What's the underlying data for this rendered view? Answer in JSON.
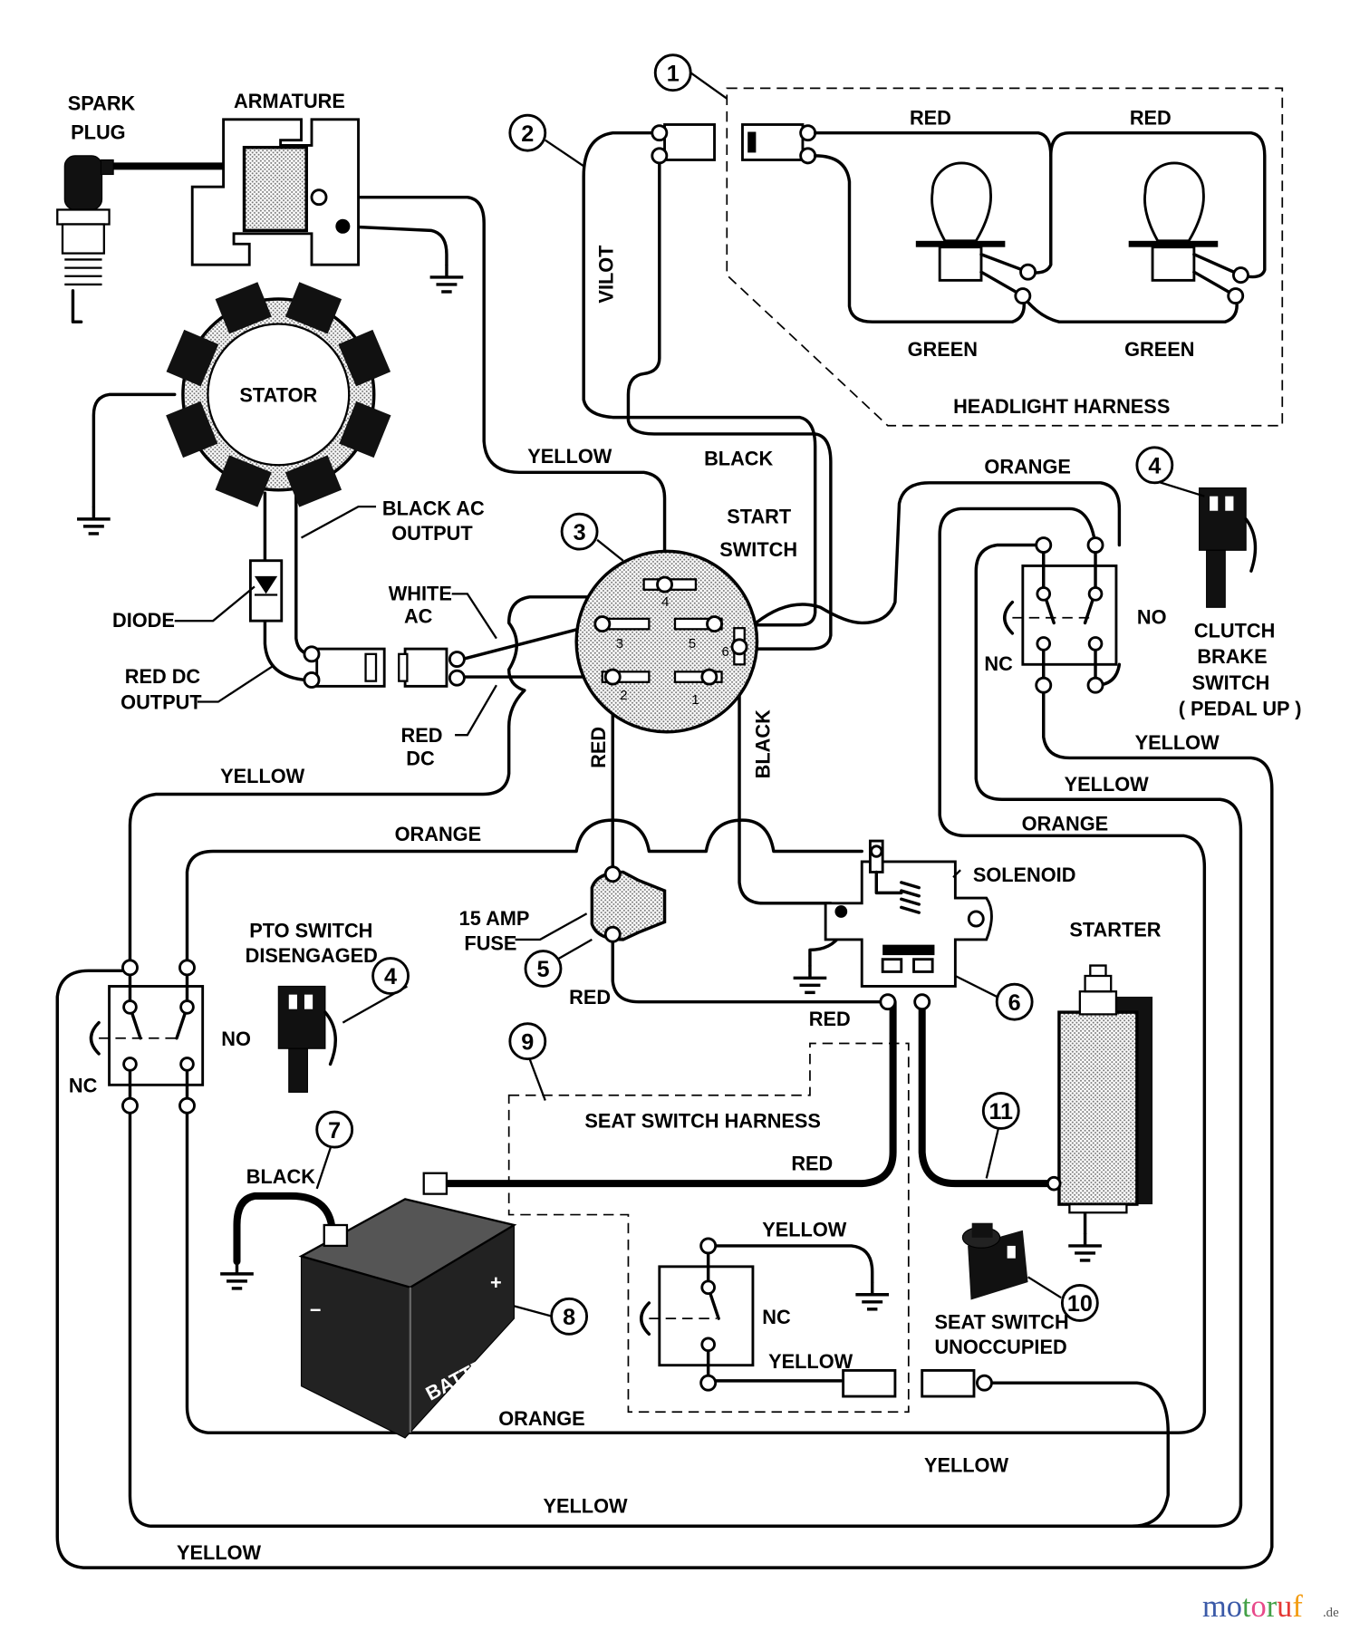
{
  "components": {
    "spark_plug": [
      "SPARK",
      "PLUG"
    ],
    "armature": "ARMATURE",
    "stator": "STATOR",
    "black_ac_output": [
      "BLACK AC",
      "OUTPUT"
    ],
    "diode": "DIODE",
    "red_dc_output": [
      "RED DC",
      "OUTPUT"
    ],
    "white_ac": [
      "WHITE",
      "AC"
    ],
    "red_dc": [
      "RED",
      "DC"
    ],
    "start_switch": [
      "START",
      "SWITCH"
    ],
    "headlight_harness": "HEADLIGHT HARNESS",
    "clutch_brake_switch": [
      "CLUTCH",
      "BRAKE",
      "SWITCH",
      "( PEDAL UP )"
    ],
    "solenoid": "SOLENOID",
    "fuse": [
      "15 AMP",
      "FUSE"
    ],
    "starter": "STARTER",
    "pto_switch": [
      "PTO SWITCH",
      "DISENGAGED"
    ],
    "battery": "BATTERY",
    "seat_switch_harness": "SEAT SWITCH HARNESS",
    "seat_switch": [
      "SEAT SWITCH",
      "UNOCCUPIED"
    ]
  },
  "wire_labels": {
    "vilot": "VILOT",
    "red_1": "RED",
    "red_2": "RED",
    "green_1": "GREEN",
    "green_2": "GREEN",
    "yellow_arm": "YELLOW",
    "black_top": "BLACK",
    "orange_top": "ORANGE",
    "no_clutch": "NO",
    "nc_clutch": "NC",
    "yellow_clutch1": "YELLOW",
    "yellow_clutch2": "YELLOW",
    "orange_right": "ORANGE",
    "yellow_left": "YELLOW",
    "orange_mid": "ORANGE",
    "red_sw": "RED",
    "black_sw": "BLACK",
    "red_fuse": "RED",
    "red_sol": "RED",
    "no_pto": "NO",
    "nc_pto": "NC",
    "black_batt": "BLACK",
    "red_batt": "RED",
    "yellow_seat1": "YELLOW",
    "nc_seat": "NC",
    "yellow_seat2": "YELLOW",
    "orange_bottom": "ORANGE",
    "yellow_b1": "YELLOW",
    "yellow_b2": "YELLOW",
    "yellow_b3": "YELLOW"
  },
  "callouts": [
    "1",
    "2",
    "3",
    "4",
    "4",
    "5",
    "6",
    "7",
    "8",
    "9",
    "10",
    "11"
  ],
  "switch_pins": [
    "1",
    "2",
    "3",
    "4",
    "5",
    "6"
  ],
  "battery_terminals": {
    "plus": "+",
    "minus": "−"
  },
  "watermark": {
    "main": "motoruf",
    "suffix": ".de",
    "colors": [
      "#3b5aa8",
      "#3b5aa8",
      "#43a047",
      "#e84a8a",
      "#43a047",
      "#e53935",
      "#f39c12",
      "#f4c20d"
    ]
  }
}
